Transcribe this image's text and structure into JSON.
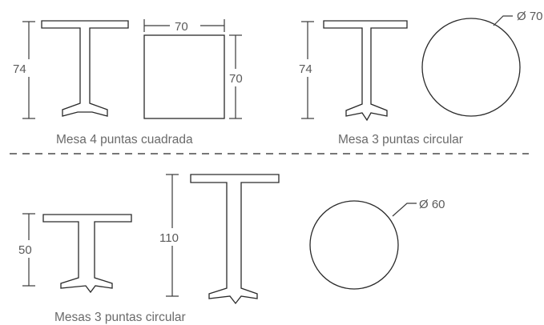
{
  "top_left": {
    "height_label": "74",
    "width_label": "70",
    "depth_label": "70",
    "caption": "Mesa 4 puntas cuadrada"
  },
  "top_right": {
    "height_label": "74",
    "diameter_label": "Ø 70",
    "caption": "Mesa 3 puntas circular"
  },
  "bottom": {
    "low_height_label": "50",
    "high_height_label": "110",
    "diameter_label": "Ø 60",
    "caption": "Mesas 3 puntas circular"
  },
  "colors": {
    "line": "#3a3a3a",
    "text": "#5a5a5a",
    "divider": "#777777"
  }
}
